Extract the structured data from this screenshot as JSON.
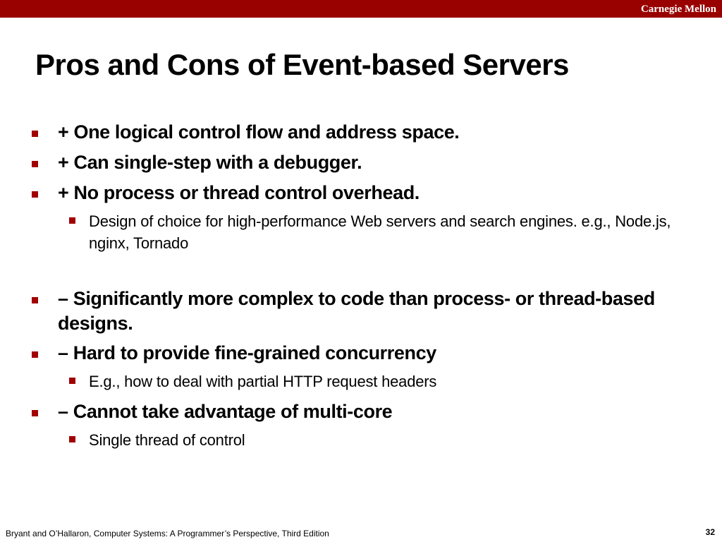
{
  "header": {
    "brand": "Carnegie Mellon"
  },
  "slide": {
    "title": "Pros and Cons of Event-based Servers",
    "bullets": [
      {
        "text": "+ One logical control flow and address space.",
        "subs": []
      },
      {
        "text": "+ Can single-step with a debugger.",
        "subs": []
      },
      {
        "text": "+ No process or thread control overhead.",
        "subs": [
          "Design of choice for high-performance Web servers and search engines. e.g., Node.js, nginx, Tornado"
        ]
      },
      {
        "text": "– Significantly more complex to code than process- or thread-based designs.",
        "subs": []
      },
      {
        "text": "– Hard to provide fine-grained concurrency",
        "subs": [
          "E.g., how to deal with partial HTTP request headers"
        ]
      },
      {
        "text": "– Cannot take advantage of multi-core",
        "subs": [
          "Single thread of control"
        ]
      }
    ]
  },
  "footer": {
    "citation": "Bryant and O’Hallaron, Computer Systems: A Programmer’s Perspective, Third Edition",
    "page_number": "32"
  },
  "colors": {
    "header_bar": "#990000",
    "bullet": "#a00000"
  }
}
